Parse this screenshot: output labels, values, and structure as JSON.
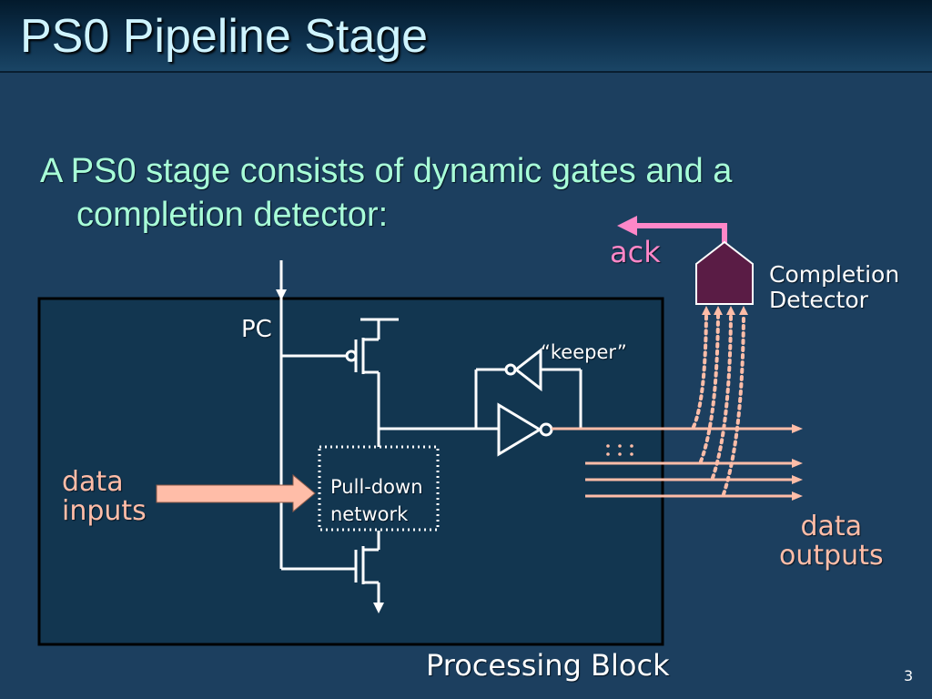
{
  "slide": {
    "title": "PS0 Pipeline Stage",
    "bullet_line1": "A PS0 stage consists of dynamic gates and a",
    "bullet_line2": "completion detector:",
    "page_number": "3"
  },
  "diagram": {
    "ack_label": "ack",
    "completion_line1": "Completion",
    "completion_line2": "Detector",
    "pc_label": "PC",
    "keeper_label": "“keeper”",
    "data_inputs_line1": "data",
    "data_inputs_line2": "inputs",
    "pulldown_line1": "Pull-down",
    "pulldown_line2": "network",
    "data_outputs_line1": "data",
    "data_outputs_line2": "outputs",
    "processing_block_label": "Processing Block",
    "colors": {
      "background": "#1c3f5f",
      "block_fill": "#123650",
      "wire": "#ffffff",
      "ack_pink": "#ff87c8",
      "data_salmon": "#ffbda8",
      "detector_fill": "#5a1c45",
      "bullet_text": "#a8ffd8"
    }
  }
}
